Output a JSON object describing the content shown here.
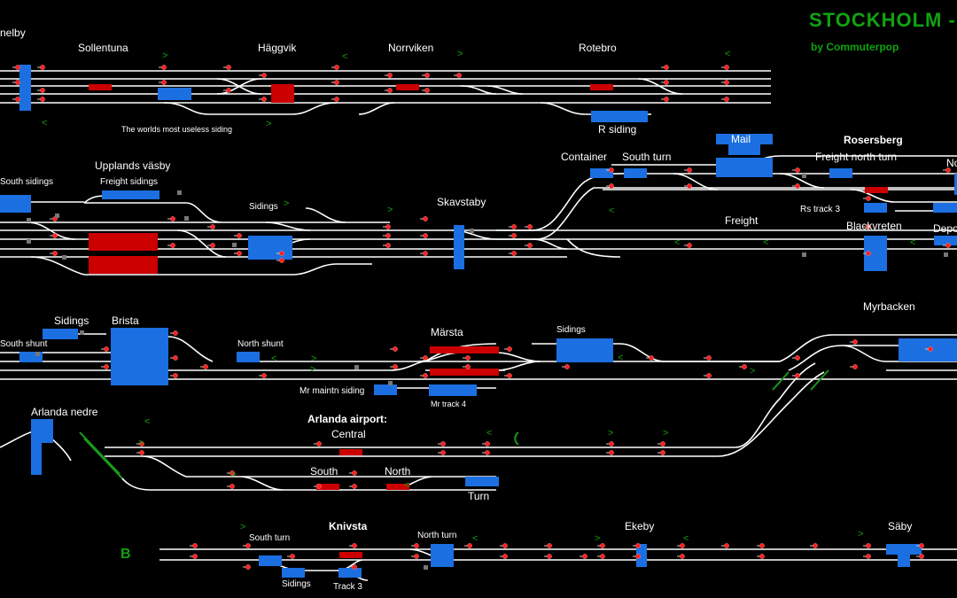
{
  "header": {
    "title": "STOCKHOLM -",
    "byline": "by Commuterpop",
    "sector_letter": "B"
  },
  "stations": {
    "helenelund_partial": "nelby",
    "sollentuna": "Sollentuna",
    "haggvik": "Häggvik",
    "norrviken": "Norrviken",
    "rotebro": "Rotebro",
    "useless_siding": "The worlds most useless siding",
    "r_siding": "R siding",
    "south_sidings": "South sidings",
    "upplands_vasby": "Upplands väsby",
    "freight_sidings": "Freight sidings",
    "sidings_a": "Sidings",
    "skavstaby": "Skavstaby",
    "container": "Container",
    "south_turn_a": "South turn",
    "mail": "Mail",
    "rosersberg": "Rosersberg",
    "freight_north_turn": "Freight north turn",
    "freight": "Freight",
    "rs_track3": "Rs track 3",
    "blackvreten": "Blackvreten",
    "depot_partial": "Depo",
    "no_partial": "No",
    "sidings_b": "Sidings",
    "brista": "Brista",
    "south_shunt": "South shunt",
    "north_shunt": "North shunt",
    "marsta": "Märsta",
    "sidings_c": "Sidings",
    "mr_maintn_siding": "Mr maintn siding",
    "mr_track4": "Mr track 4",
    "myrbacken": "Myrbacken",
    "arlanda_nedre": "Arlanda nedre",
    "arlanda_airport": "Arlanda airport:",
    "central": "Central",
    "south": "South",
    "north": "North",
    "turn": "Turn",
    "south_turn_b": "South turn",
    "knivsta": "Knivsta",
    "north_turn": "North turn",
    "ekeby": "Ekeby",
    "saby": "Säby",
    "sidings_d": "Sidings",
    "track3": "Track 3"
  },
  "direction_marks": {
    "left": "<",
    "right": ">"
  },
  "colors": {
    "background": "#000000",
    "track": "#ffffff",
    "platform": "#1b6fe0",
    "occupied": "#cc0000",
    "signal": "#ff2020",
    "accent_green": "#0fa30f"
  }
}
